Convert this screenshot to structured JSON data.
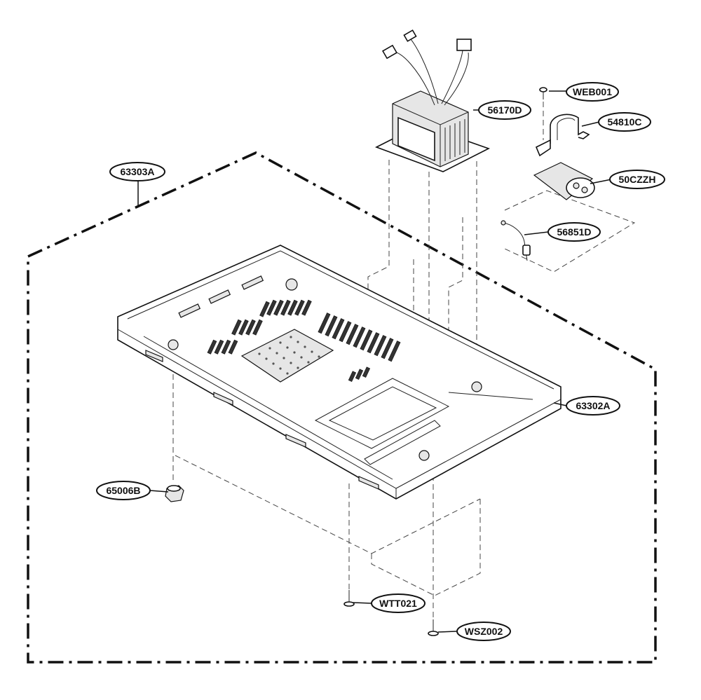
{
  "diagram": {
    "callouts": [
      {
        "id": "tray",
        "label": "63303A"
      },
      {
        "id": "transformer",
        "label": "56170D"
      },
      {
        "id": "screw-top",
        "label": "WEB001"
      },
      {
        "id": "bracket",
        "label": "54810C"
      },
      {
        "id": "capacitor",
        "label": "50CZZH"
      },
      {
        "id": "diode",
        "label": "56851D"
      },
      {
        "id": "base-plate",
        "label": "63302A"
      },
      {
        "id": "foot",
        "label": "65006B"
      },
      {
        "id": "screw-wtt",
        "label": "WTT021"
      },
      {
        "id": "screw-wsz",
        "label": "WSZ002"
      }
    ]
  }
}
